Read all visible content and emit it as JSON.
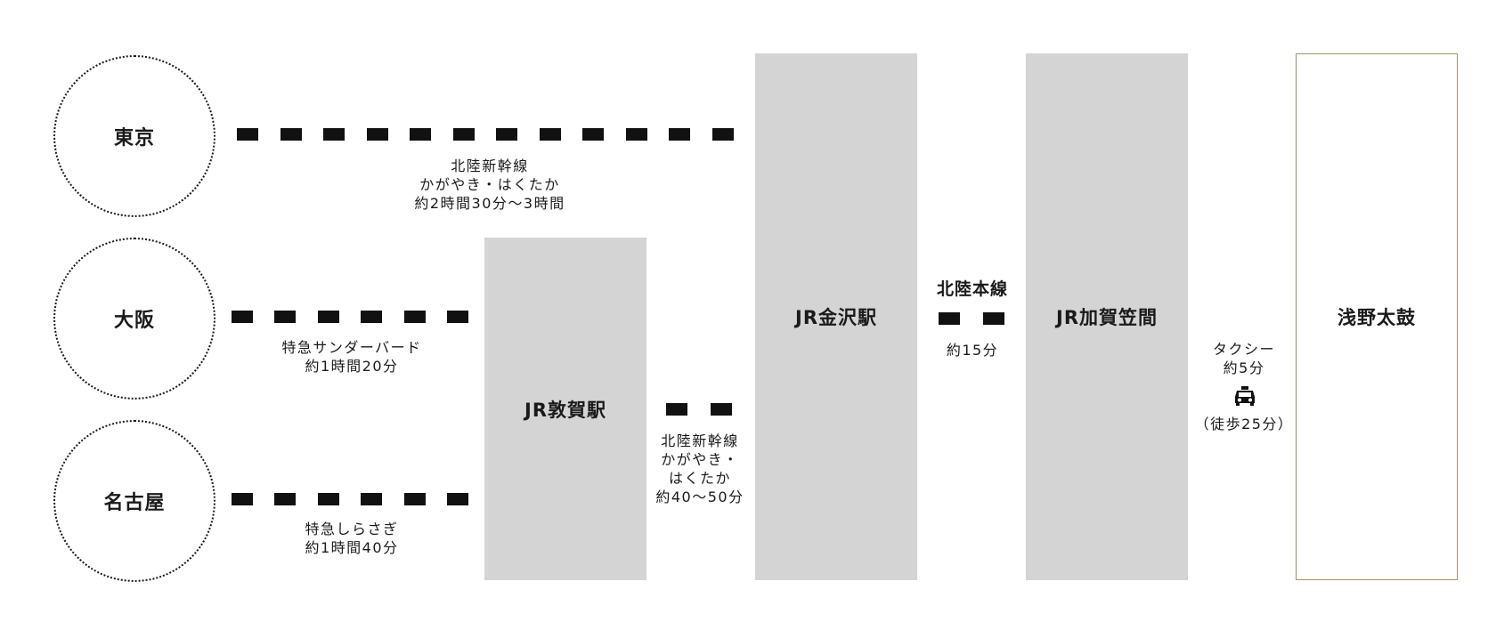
{
  "origins": {
    "tokyo": "東京",
    "osaka": "大阪",
    "nagoya": "名古屋"
  },
  "stations": {
    "tsuruga": "JR敦賀駅",
    "kanazawa": "JR金沢駅",
    "kagaonsen": "JR加賀笠間"
  },
  "destination": "浅野太鼓",
  "routes": {
    "tokyo": {
      "line": "北陸新幹線",
      "trains": "かがやき・はくたか",
      "time": "約2時間30分〜3時間"
    },
    "osaka": {
      "train": "特急サンダーバード",
      "time": "約1時間20分"
    },
    "nagoya": {
      "train": "特急しらさぎ",
      "time": "約1時間40分"
    },
    "tsuruga_kanazawa": {
      "line": "北陸新幹線",
      "trains_1": "かがやき・",
      "trains_2": "はくたか",
      "time": "約40〜50分"
    },
    "kanazawa_kaga": {
      "line": "北陸本線",
      "time": "約15分"
    },
    "taxi": {
      "mode": "タクシー",
      "time": "約5分",
      "walk": "（徒歩25分）"
    }
  },
  "icons": {
    "taxi": "taxi-icon"
  },
  "colors": {
    "station_fill": "#d4d4d4",
    "dest_border": "#a2926a",
    "dash": "#111111"
  }
}
